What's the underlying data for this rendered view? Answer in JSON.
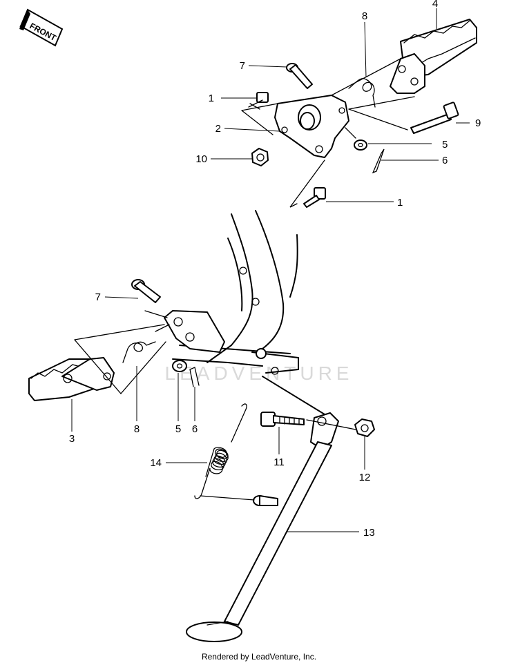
{
  "front_label": "FRONT",
  "watermark": "LEADVENTURE",
  "footer": "Rendered by LeadVenture, Inc.",
  "callouts": {
    "c1a": "1",
    "c1b": "1",
    "c2": "2",
    "c3": "3",
    "c4": "4",
    "c5a": "5",
    "c5b": "5",
    "c6a": "6",
    "c6b": "6",
    "c7a": "7",
    "c7b": "7",
    "c8a": "8",
    "c8b": "8",
    "c9": "9",
    "c10": "10",
    "c11": "11",
    "c12": "12",
    "c13": "13",
    "c14": "14"
  }
}
